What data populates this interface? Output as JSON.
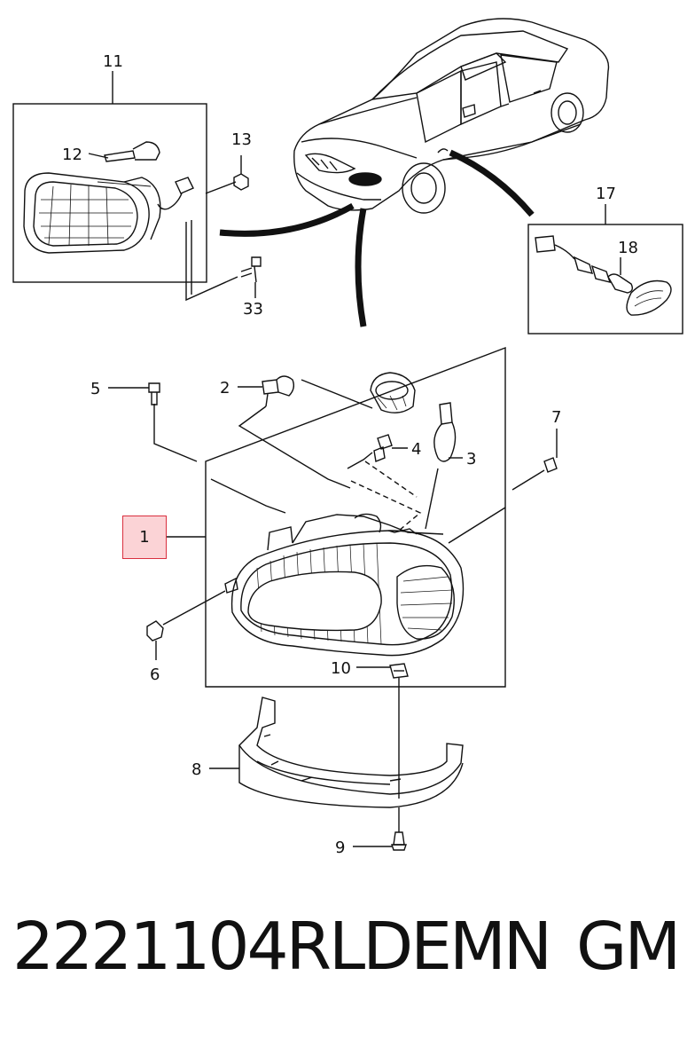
{
  "footer": {
    "part_number": "2221104RLDEMN",
    "brand": "GM"
  },
  "highlight": {
    "label": "1",
    "color_fill": "#fbd3d6",
    "color_border": "#d9303f"
  },
  "callouts": {
    "c11": "11",
    "c12": "12",
    "c13": "13",
    "c33": "33",
    "c17": "17",
    "c18": "18",
    "c2": "2",
    "c3": "3",
    "c4": "4",
    "c5": "5",
    "c6": "6",
    "c7": "7",
    "c8": "8",
    "c9": "9",
    "c10": "10"
  }
}
